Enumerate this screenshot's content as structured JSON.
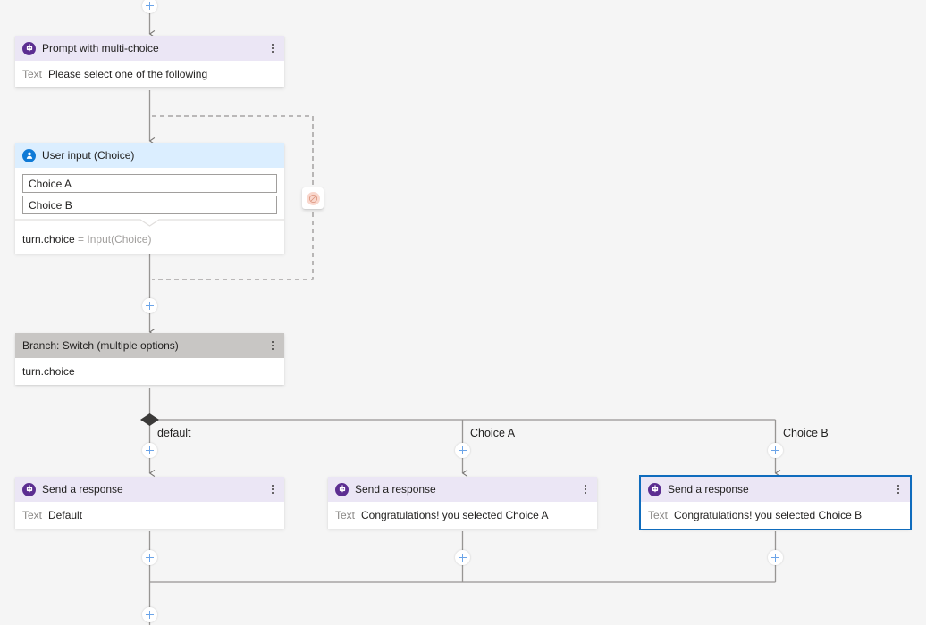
{
  "canvas": {
    "background": "#f5f5f5",
    "edge_color": "#979593",
    "selection_color": "#0f6cbd"
  },
  "nodes": {
    "prompt": {
      "title": "Prompt with multi-choice",
      "icon": "bot-icon",
      "icon_color": "#5c2e91",
      "header_bg": "#ebe6f5",
      "field_key": "Text",
      "field_value": "Please select one of the following",
      "menu_icon": "kebab-menu-icon"
    },
    "user_input": {
      "title": "User input (Choice)",
      "icon": "user-icon",
      "icon_color": "#0f7ad6",
      "header_bg": "#dbeeff",
      "choices": [
        "Choice A",
        "Choice B"
      ],
      "assign_target": "turn.choice",
      "assign_op": "=",
      "assign_source": "Input(Choice)"
    },
    "branch": {
      "title": "Branch: Switch (multiple options)",
      "header_bg": "#c8c6c4",
      "condition": "turn.choice",
      "menu_icon": "kebab-menu-icon"
    },
    "response_default": {
      "title": "Send a response",
      "icon": "bot-icon",
      "header_bg": "#ebe6f5",
      "field_key": "Text",
      "field_value": "Default",
      "selected": false
    },
    "response_choice_a": {
      "title": "Send a response",
      "icon": "bot-icon",
      "header_bg": "#ebe6f5",
      "field_key": "Text",
      "field_value": "Congratulations! you selected Choice A",
      "selected": false
    },
    "response_choice_b": {
      "title": "Send a response",
      "icon": "bot-icon",
      "header_bg": "#ebe6f5",
      "field_key": "Text",
      "field_value": "Congratulations! you selected Choice B",
      "selected": true
    }
  },
  "branch_labels": {
    "default": "default",
    "choice_a": "Choice A",
    "choice_b": "Choice B"
  },
  "indicators": {
    "unrecognized_intent": {
      "icon": "error-circle-icon",
      "color": "#f9d7cd"
    }
  },
  "add_buttons": {
    "icon": "plus-icon",
    "color": "#6ba4e8",
    "count": 8
  }
}
